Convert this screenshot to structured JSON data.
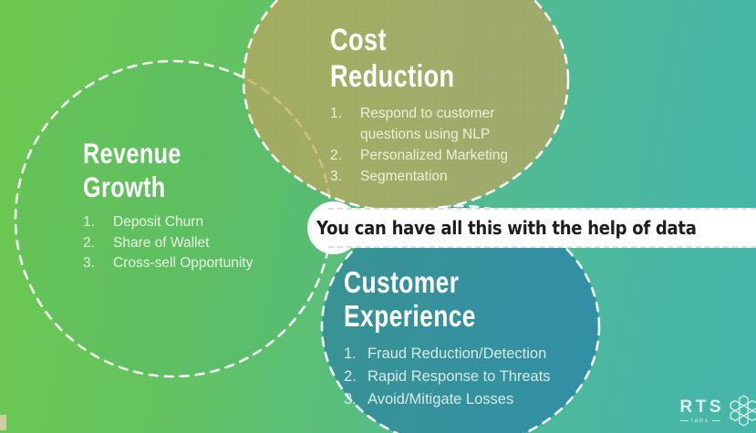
{
  "banner": {
    "text": "You can have all this with the help of data"
  },
  "list_numbers": [
    "1.",
    "2.",
    "3."
  ],
  "circles": {
    "cost": {
      "title_line1": "Cost",
      "title_line2": "Reduction",
      "items": [
        "Respond to customer questions using NLP",
        "Personalized Marketing",
        "Segmentation"
      ]
    },
    "revenue": {
      "title_line1": "Revenue",
      "title_line2": "Growth",
      "items": [
        "Deposit Churn",
        "Share of Wallet",
        "Cross-sell Opportunity"
      ]
    },
    "customer": {
      "title_line1": "Customer",
      "title_line2": "Experience",
      "items": [
        "Fraud Reduction/Detection",
        "Rapid Response to Threats",
        "Avoid/Mitigate Losses"
      ]
    }
  },
  "logo": {
    "text": "RTS",
    "subtext": "labs"
  },
  "colors": {
    "bg_left": "#6cc452",
    "bg_right": "#47b6a9",
    "cost_circle": "#a4aa60",
    "customer_circle": "#3f98a2",
    "circle_stroke": "#ffffff",
    "title_text": "#ffffff",
    "banner_bg": "#ffffff",
    "banner_text": "#1d1d1d"
  }
}
